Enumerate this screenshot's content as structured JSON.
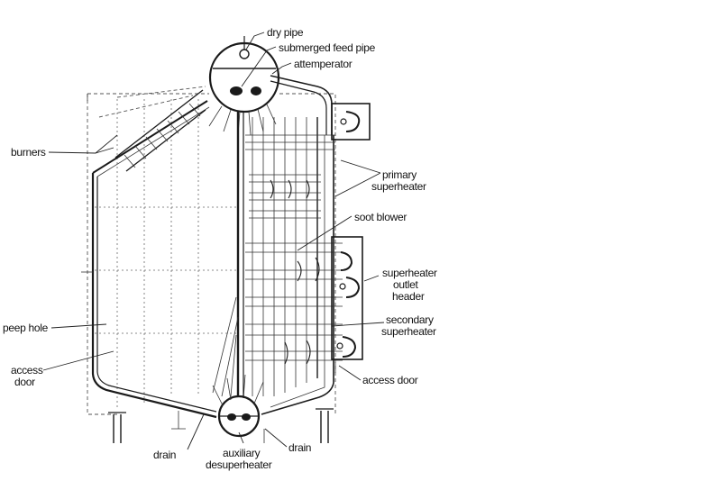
{
  "labels": {
    "dry_pipe": "dry pipe",
    "submerged_feed_pipe": "submerged feed pipe",
    "attemperator": "attemperator",
    "burners": "burners",
    "primary_superheater_1": "primary",
    "primary_superheater_2": "superheater",
    "soot_blower": "soot blower",
    "superheater_outlet_header_1": "superheater",
    "superheater_outlet_header_2": "outlet",
    "superheater_outlet_header_3": "header",
    "peep_hole": "peep hole",
    "secondary_superheater_1": "secondary",
    "secondary_superheater_2": "superheater",
    "access_door_left_1": "access",
    "access_door_left_2": "door",
    "access_door_right": "access door",
    "drain_left": "drain",
    "auxiliary_desuperheater_1": "auxiliary",
    "auxiliary_desuperheater_2": "desuperheater",
    "drain_right": "drain"
  }
}
